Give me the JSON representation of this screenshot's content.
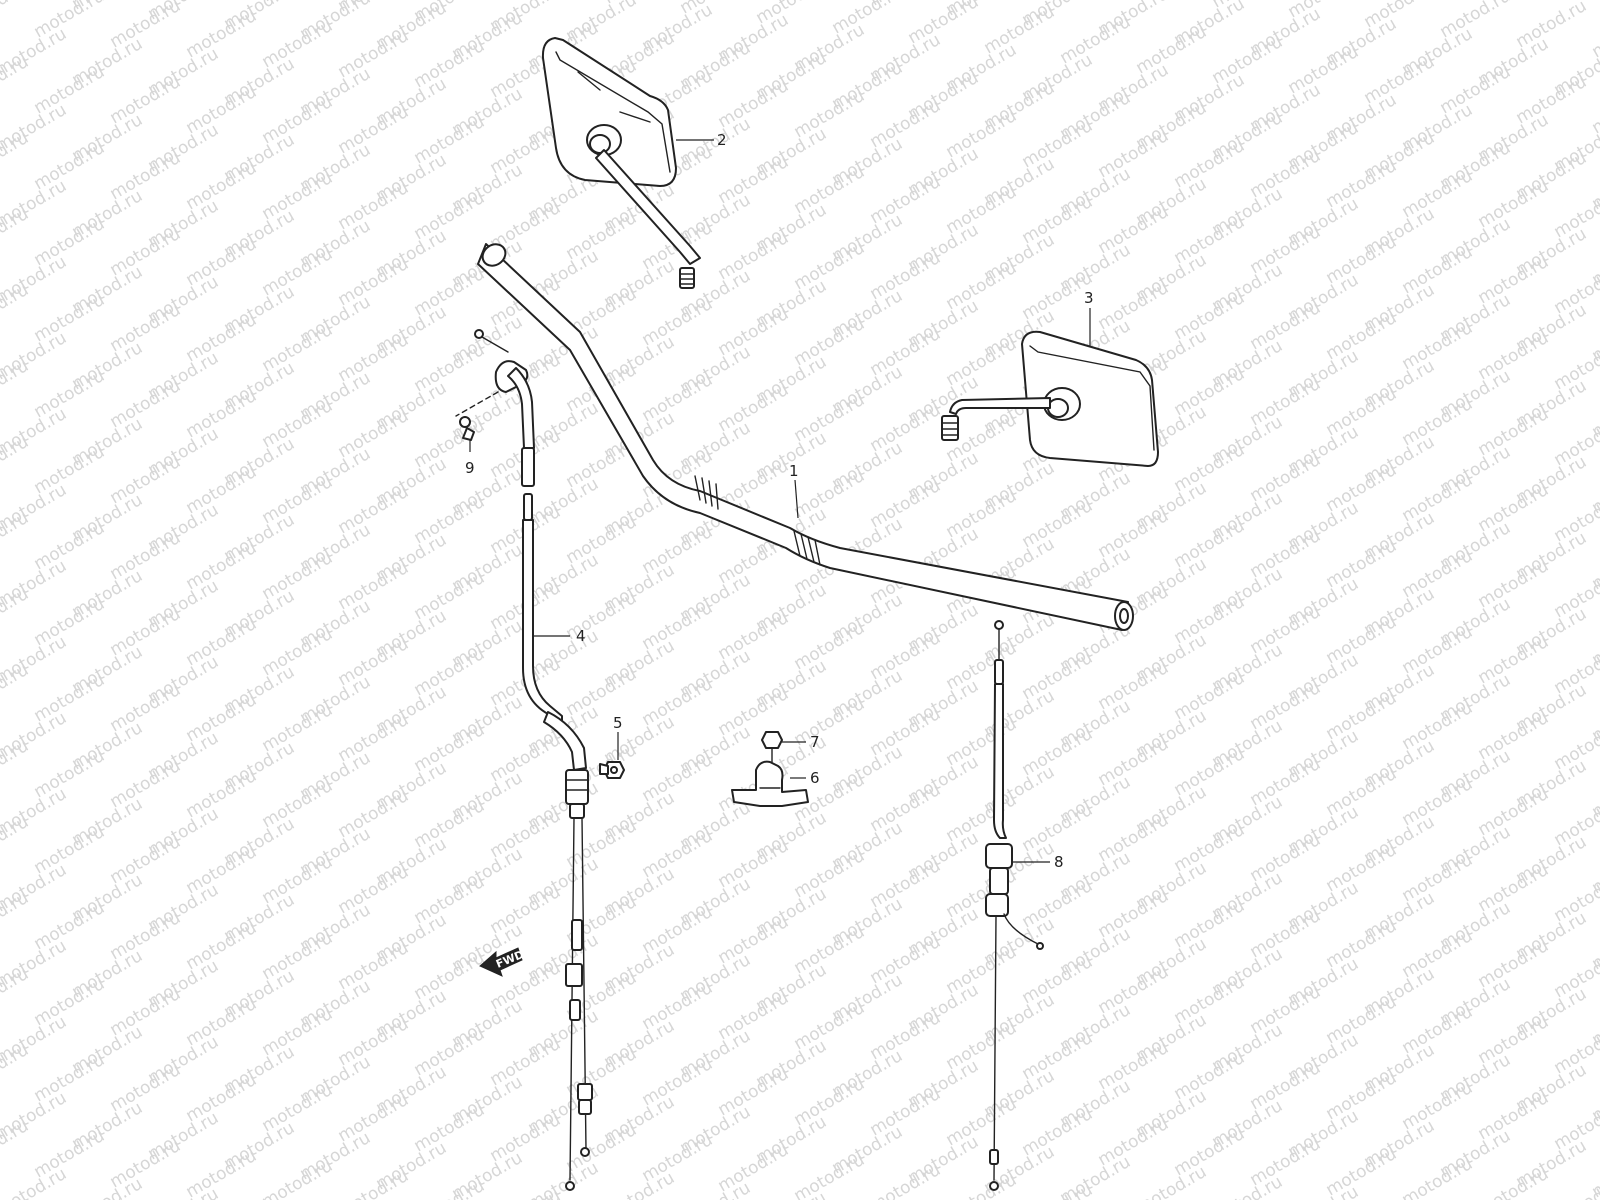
{
  "watermark": "motod.ru",
  "fwd_label": "FWD",
  "callouts": {
    "p1": "1",
    "p2": "2",
    "p3": "3",
    "p4": "4",
    "p5": "5",
    "p6": "6",
    "p7": "7",
    "p8": "8",
    "p9": "9"
  }
}
